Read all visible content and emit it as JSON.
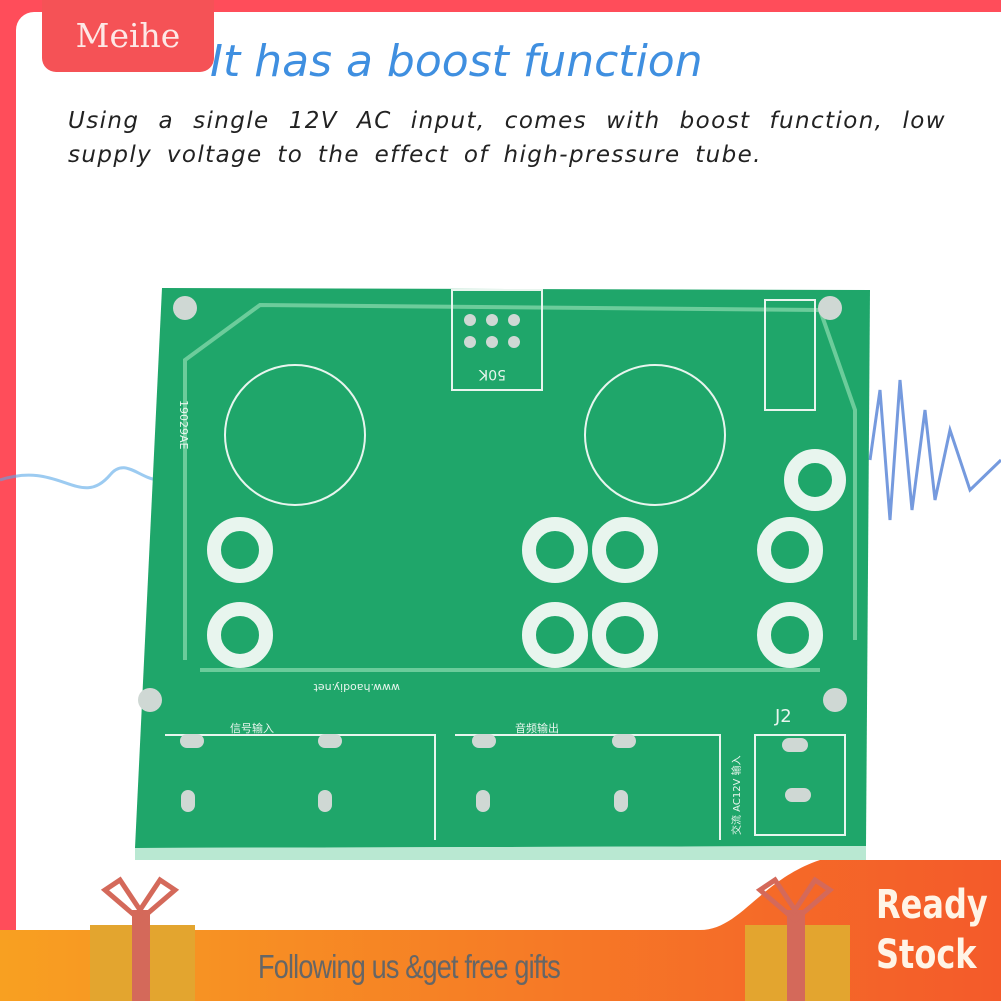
{
  "brand": {
    "name": "Meihe"
  },
  "header": {
    "title": "It has a boost function",
    "description": "Using a single 12V AC input, comes with boost function, low supply voltage to the effect of high-pressure tube."
  },
  "pcb": {
    "labels": {
      "board_id": "19029AE",
      "website": "www.haodiy.net",
      "connector": "J2",
      "pot": "50K",
      "signal_in": "信号输入",
      "audio_out": "音频输出",
      "power_in": "交流 AC12V 输入"
    }
  },
  "banner": {
    "follow": "Following us &get free gifts",
    "ready": "Ready",
    "stock": "Stock"
  },
  "colors": {
    "frame": "#ff4d5a",
    "brand_bg": "#f55256",
    "title": "#3f8fe0",
    "pcb": "#1fa66a",
    "banner": "#f7941d"
  }
}
